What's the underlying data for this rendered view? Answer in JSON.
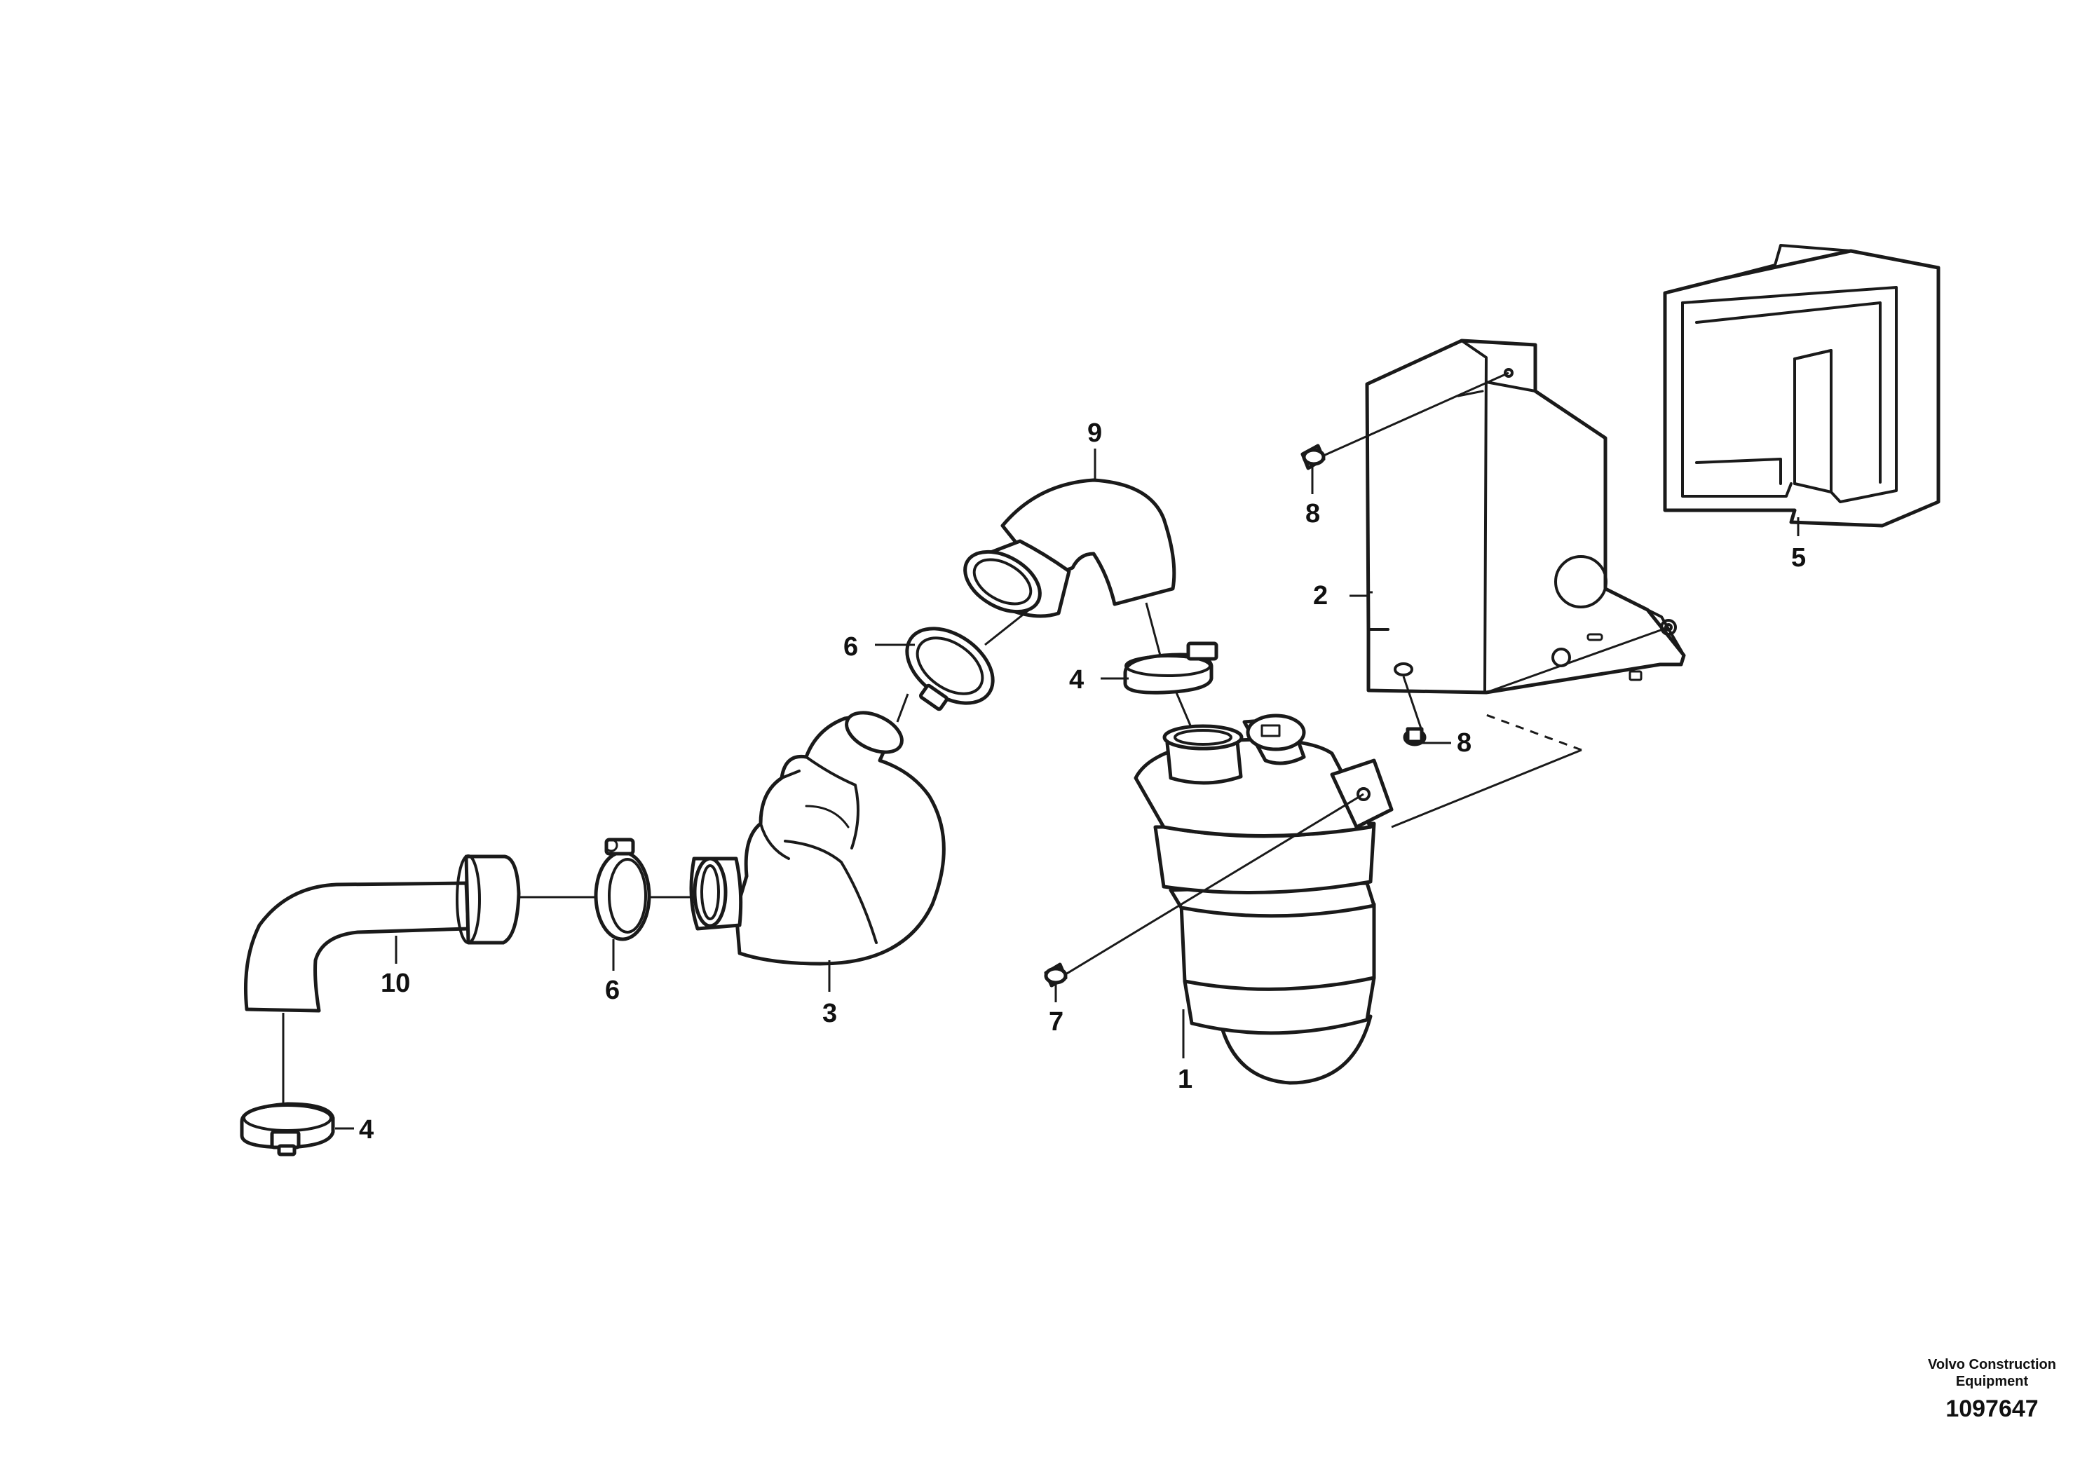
{
  "callouts": {
    "c1": "1",
    "c2": "2",
    "c3": "3",
    "c4a": "4",
    "c4b": "4",
    "c5": "5",
    "c6a": "6",
    "c6b": "6",
    "c7": "7",
    "c8a": "8",
    "c8b": "8",
    "c9": "9",
    "c10": "10"
  },
  "footer": {
    "brand_line1": "Volvo Construction",
    "brand_line2": "Equipment",
    "drawing_number": "1097647"
  }
}
